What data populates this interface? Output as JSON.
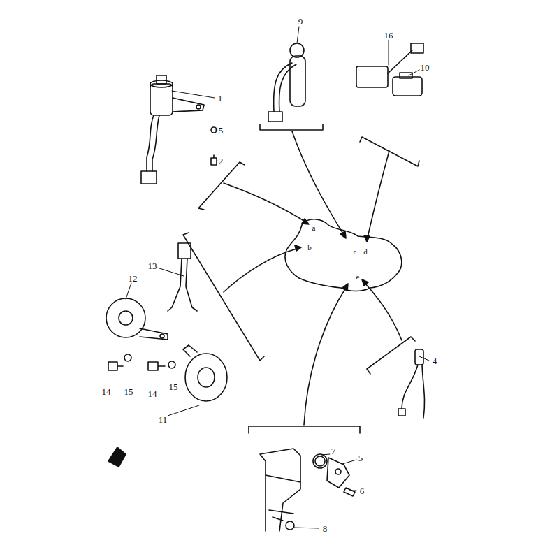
{
  "diagram": {
    "labels": [
      "1",
      "5",
      "2",
      "9",
      "16",
      "10",
      "13",
      "12",
      "15",
      "14",
      "14",
      "15",
      "11",
      "4",
      "7",
      "5",
      "6",
      "8",
      "a",
      "b",
      "c",
      "d",
      "e"
    ]
  }
}
